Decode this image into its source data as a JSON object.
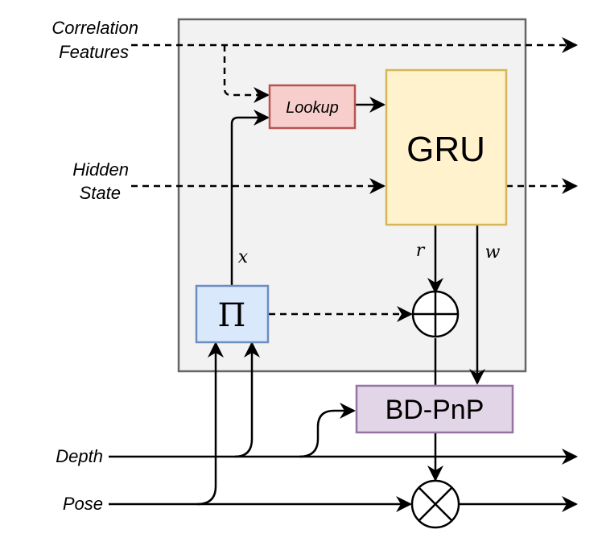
{
  "inputs": {
    "correlation_line1": "Correlation",
    "correlation_line2": "Features",
    "hidden_line1": "Hidden",
    "hidden_line2": "State",
    "depth": "Depth",
    "pose": "Pose"
  },
  "blocks": {
    "lookup": "Lookup",
    "gru": "GRU",
    "projection": "Π",
    "bdpnp": "BD-PnP"
  },
  "edge_labels": {
    "x": "x",
    "r": "r",
    "w": "w"
  },
  "colors": {
    "module_bg": "#f2f2f2",
    "module_border": "#666666",
    "lookup_fill": "#f8cecc",
    "lookup_border": "#b85450",
    "gru_fill": "#fff2cc",
    "gru_border": "#d6b656",
    "proj_fill": "#dae8fc",
    "proj_border": "#6c8ebf",
    "bdpnp_fill": "#e1d5e7",
    "bdpnp_border": "#9673a6"
  }
}
